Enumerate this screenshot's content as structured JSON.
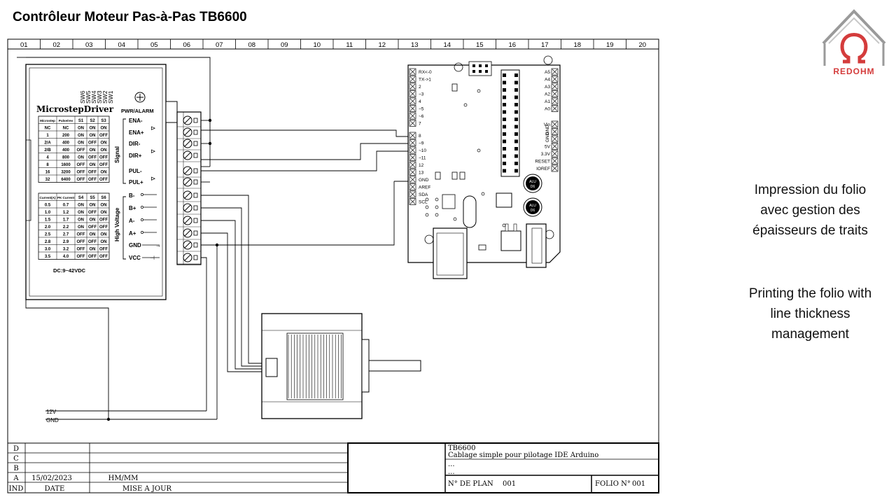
{
  "title": "Contrôleur Moteur Pas-à-Pas TB6600",
  "logo": {
    "text": "REDOHM",
    "color": "#d43c3c"
  },
  "notes": {
    "fr": "Impression du folio avec gestion des épaisseurs de traits",
    "fr_lines": [
      "Impression du folio",
      "avec gestion des",
      "épaisseurs de traits"
    ],
    "en": "Printing the folio with line thickness management",
    "en_lines": [
      "Printing the folio with",
      "line thickness",
      "management"
    ]
  },
  "grid": {
    "columns": [
      "01",
      "02",
      "03",
      "04",
      "05",
      "06",
      "07",
      "08",
      "09",
      "10",
      "11",
      "12",
      "13",
      "14",
      "15",
      "16",
      "17",
      "18",
      "19",
      "20"
    ],
    "rows": [
      "D",
      "C",
      "B",
      "A"
    ]
  },
  "revisions": {
    "ind_header": "IND",
    "date_header": "DATE",
    "update_header": "MISE A JOUR",
    "rows": [
      {
        "ind": "D",
        "date": "",
        "author": ""
      },
      {
        "ind": "C",
        "date": "",
        "author": ""
      },
      {
        "ind": "B",
        "date": "",
        "author": ""
      },
      {
        "ind": "A",
        "date": "15/02/2023",
        "author": "HM/MM"
      }
    ]
  },
  "title_block": {
    "line1": "TB6600",
    "line2": "Cablage simple pour pilotage IDE Arduino",
    "line3": "...",
    "line4": "...",
    "plan_label": "N° DE PLAN",
    "plan_number": "001",
    "folio_label": "FOLIO N°",
    "folio_number": "001"
  },
  "driver": {
    "switch_labels": [
      "SW6",
      "SW5",
      "SW4",
      "SW3",
      "SW2",
      "SW1"
    ],
    "brand": "MicrostepDriver",
    "pwr_alarm": "PWR/ALARM",
    "signal_label": "Signal",
    "high_voltage_label": "High Voltage",
    "dc_label": "DC:9~42VDC",
    "terminals": [
      "ENA-",
      "ENA+",
      "DIR-",
      "DIR+",
      "PUL-",
      "PUL+",
      "B-",
      "B+",
      "A-",
      "A+",
      "GND",
      "VCC"
    ],
    "microstep_table": {
      "headers": [
        "Microstep",
        "Pulse/rev",
        "S1",
        "S2",
        "S3"
      ],
      "rows": [
        [
          "NC",
          "NC",
          "ON",
          "ON",
          "ON"
        ],
        [
          "1",
          "200",
          "ON",
          "ON",
          "OFF"
        ],
        [
          "2/A",
          "400",
          "ON",
          "OFF",
          "ON"
        ],
        [
          "2/B",
          "400",
          "OFF",
          "ON",
          "ON"
        ],
        [
          "4",
          "800",
          "ON",
          "OFF",
          "OFF"
        ],
        [
          "8",
          "1600",
          "OFF",
          "ON",
          "OFF"
        ],
        [
          "16",
          "3200",
          "OFF",
          "OFF",
          "ON"
        ],
        [
          "32",
          "6400",
          "OFF",
          "OFF",
          "OFF"
        ]
      ]
    },
    "current_table": {
      "headers": [
        "Current(A)",
        "PK Current",
        "S4",
        "S5",
        "S6"
      ],
      "rows": [
        [
          "0.5",
          "0.7",
          "ON",
          "ON",
          "ON"
        ],
        [
          "1.0",
          "1.2",
          "ON",
          "OFF",
          "ON"
        ],
        [
          "1.5",
          "1.7",
          "ON",
          "ON",
          "OFF"
        ],
        [
          "2.0",
          "2.2",
          "ON",
          "OFF",
          "OFF"
        ],
        [
          "2.5",
          "2.7",
          "OFF",
          "ON",
          "ON"
        ],
        [
          "2.8",
          "2.9",
          "OFF",
          "OFF",
          "ON"
        ],
        [
          "3.0",
          "3.2",
          "OFF",
          "ON",
          "OFF"
        ],
        [
          "3.5",
          "4.0",
          "OFF",
          "OFF",
          "OFF"
        ]
      ]
    }
  },
  "arduino": {
    "left_pins": [
      "RX<-0",
      "TX->1",
      "2",
      "~3",
      "4",
      "~5",
      "~6",
      "7",
      "8",
      "~9",
      "~10",
      "~11",
      "12",
      "13",
      "GND",
      "AREF",
      "SDA",
      "SCL"
    ],
    "right_pins_top": [
      "A5",
      "A4",
      "A3",
      "A2",
      "A1",
      "A0"
    ],
    "right_pins_bottom": [
      "Vin",
      "GND",
      "GND",
      "5V",
      "3.3V",
      "RESET",
      "IOREF"
    ],
    "cap_label": "ALU\nD6"
  },
  "power": {
    "v12": "12V",
    "gnd": "GND"
  }
}
